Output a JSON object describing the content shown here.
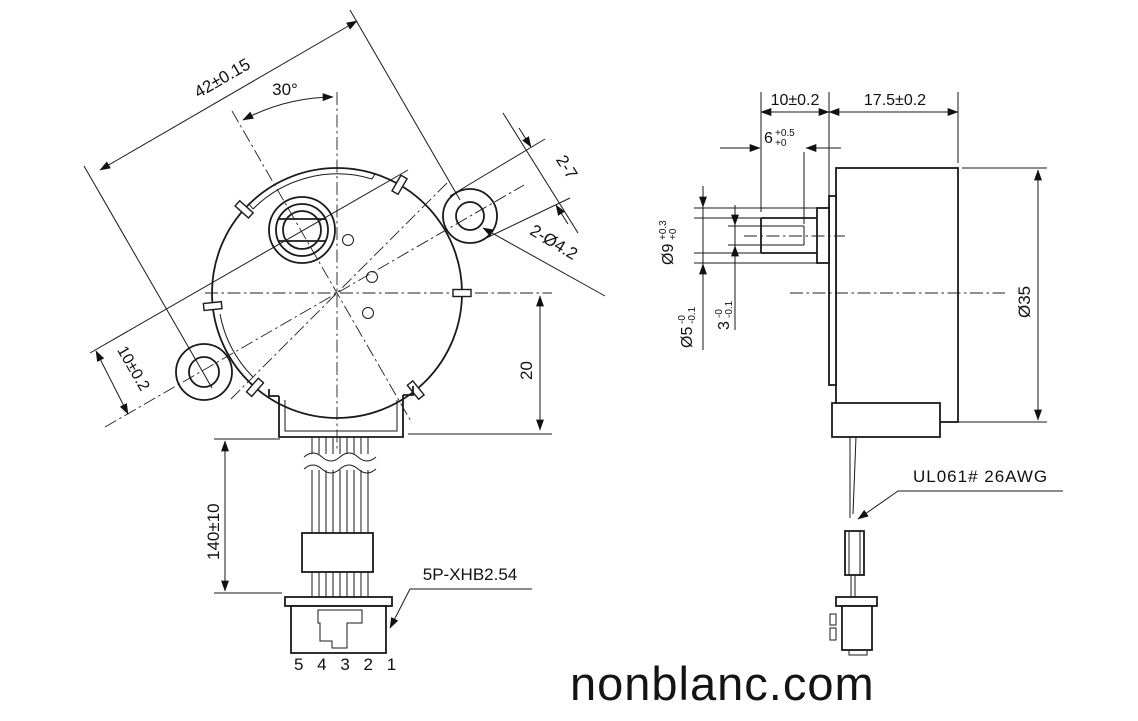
{
  "watermark": "nonblanc.com",
  "front_view": {
    "dim_mounting_distance": "42±0.15",
    "dim_angle": "30°",
    "dim_ear_width": "2-7",
    "dim_mounting_holes": "2-Ø4.2",
    "dim_shaft_offset": "10±0.2",
    "dim_base_to_center": "20",
    "dim_lead_length": "140±10",
    "connector_label": "5P-XHB2.54",
    "pin_numbers": "5 4 3 2 1"
  },
  "side_view": {
    "dim_shaft_protrusion": "10±0.2",
    "dim_body_depth": "17.5±0.2",
    "dim_flat_length": {
      "value": "6",
      "tol_top": "+0.5",
      "tol_bottom": "+0"
    },
    "dim_boss_diameter": {
      "value": "Ø9",
      "tol_top": "+0.3",
      "tol_bottom": "+0"
    },
    "dim_shaft_diameter": {
      "value": "Ø5",
      "tol_top": "-0",
      "tol_bottom": "-0.1"
    },
    "dim_shaft_flat": {
      "value": "3",
      "tol_top": "-0",
      "tol_bottom": "-0.1"
    },
    "dim_body_diameter": "Ø35",
    "wire_label": "UL061# 26AWG"
  }
}
